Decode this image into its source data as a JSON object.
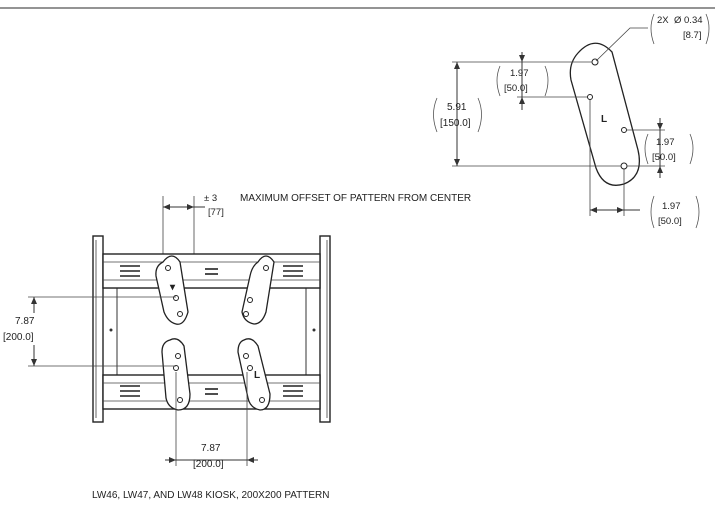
{
  "detail": {
    "hole_callout_qty": "2X",
    "hole_callout_dia": "Ø 0.34",
    "hole_callout_mm": "[8.7]",
    "dim_a_in": "1.97",
    "dim_a_mm": "[50.0]",
    "dim_b_in": "5.91",
    "dim_b_mm": "[150.0]",
    "dim_c_in": "1.97",
    "dim_c_mm": "[50.0]",
    "dim_d_in": "1.97",
    "dim_d_mm": "[50.0]",
    "orientation_mark": "L"
  },
  "main": {
    "offset_value": "± 3",
    "offset_mm": "[77]",
    "offset_note": "MAXIMUM OFFSET OF PATTERN FROM CENTER",
    "vert_in": "7.87",
    "vert_mm": "[200.0]",
    "horiz_in": "7.87",
    "horiz_mm": "[200.0]",
    "orientation_mark": "L",
    "caption": "LW46, LW47, AND LW48 KIOSK, 200X200 PATTERN"
  }
}
